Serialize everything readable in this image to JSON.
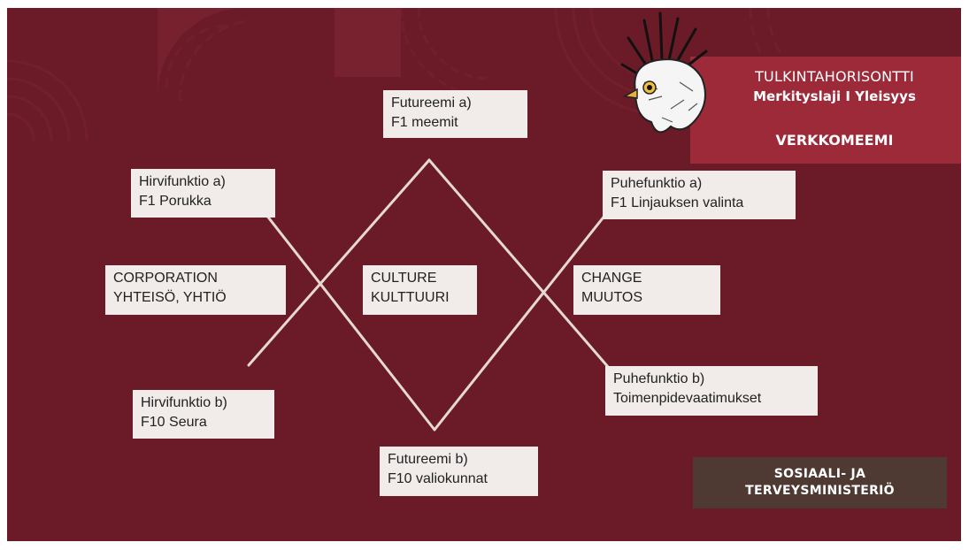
{
  "colors": {
    "background": "#6b1b27",
    "header_box": "#9c2a39",
    "ministry_box": "#4e3a33",
    "label_box": "#f1ecea",
    "connector": "#e6d8d2"
  },
  "header": {
    "line1": "TULKINTAHORISONTTI",
    "line2": "Merkityslaji I Yleisyys",
    "line3": "VERKKOMEEMI"
  },
  "logo_icon": "bird-illustration-icon",
  "nodes": {
    "futureemi_a": {
      "line1": "Futureemi a)",
      "line2": "F1 meemit"
    },
    "futureemi_b": {
      "line1": "Futureemi b)",
      "line2": "F10 valiokunnat"
    },
    "hirvifunktio_a": {
      "line1": "Hirvifunktio a)",
      "line2": "F1 Porukka"
    },
    "hirvifunktio_b": {
      "line1": "Hirvifunktio b)",
      "line2": "F10 Seura"
    },
    "puhefunktio_a": {
      "line1": "Puhefunktio a)",
      "line2": "F1 Linjauksen valinta"
    },
    "puhefunktio_b": {
      "line1": "Puhefunktio b)",
      "line2": "Toimenpidevaatimukset"
    },
    "corporation": {
      "line1": "CORPORATION",
      "line2": "YHTEISÖ, YHTIÖ"
    },
    "culture": {
      "line1": "CULTURE",
      "line2": "KULTTUURI"
    },
    "change": {
      "line1": "CHANGE",
      "line2": "MUUTOS"
    }
  },
  "ministry": {
    "line1": "SOSIAALI- JA",
    "line2": "TERVEYSMINISTERIÖ"
  }
}
